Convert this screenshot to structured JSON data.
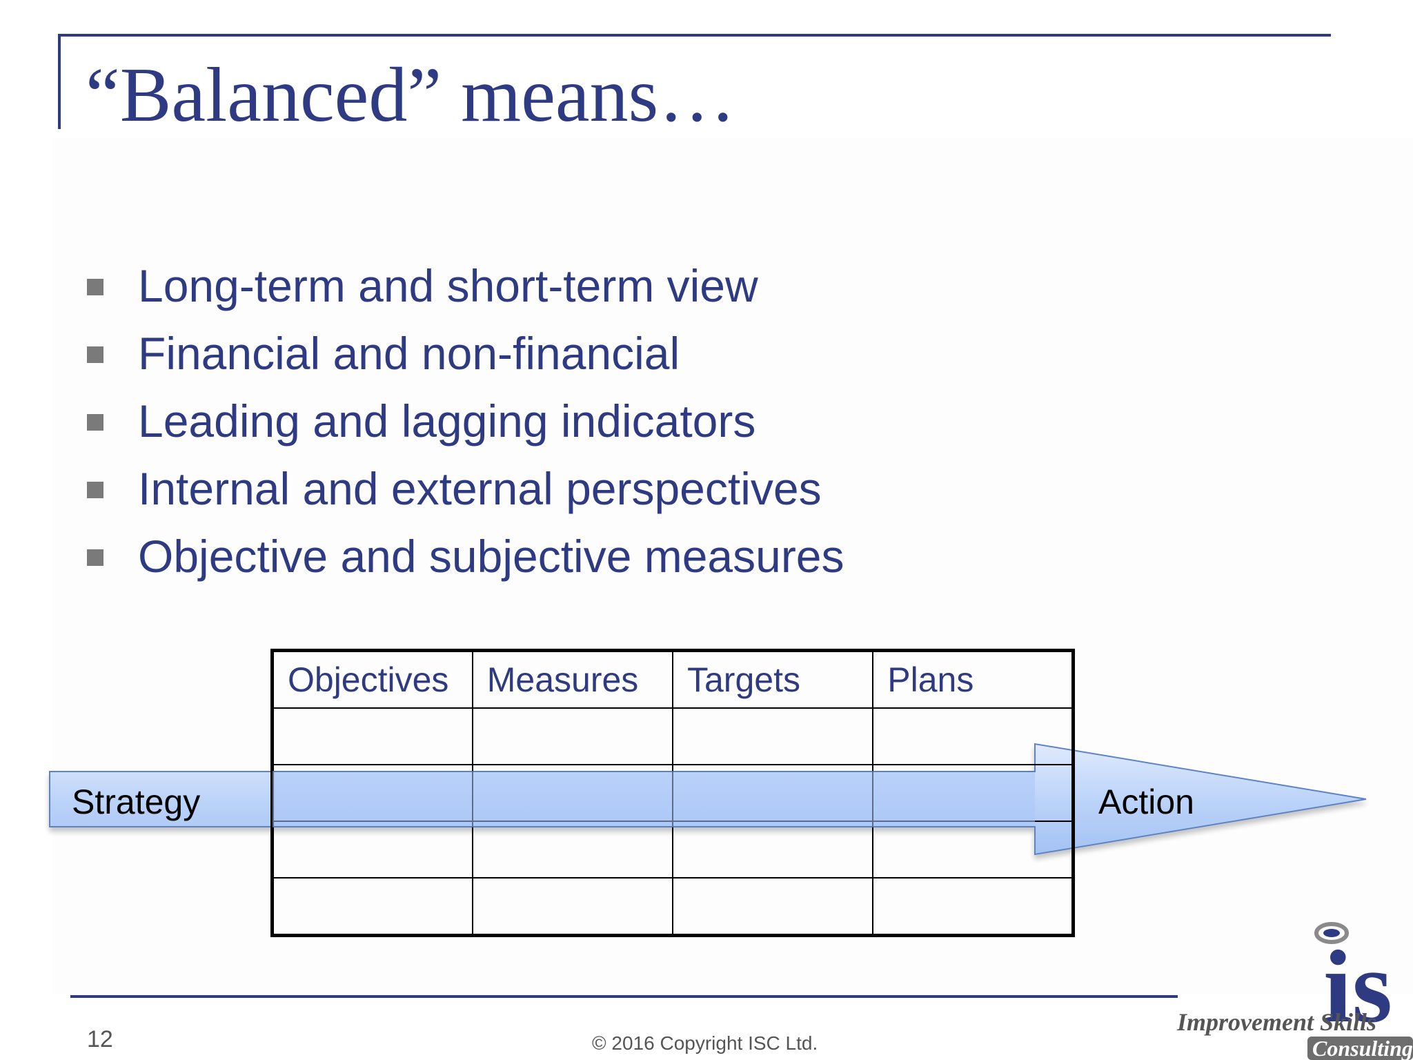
{
  "slide": {
    "title": "“Balanced” means…",
    "bullets": [
      "Long-term and short-term view",
      "Financial and non-financial",
      "Leading and lagging indicators",
      "Internal and external perspectives",
      "Objective and subjective measures"
    ]
  },
  "diagram": {
    "strategy_label": "Strategy",
    "action_label": "Action",
    "table_headers": [
      "Objectives",
      "Measures",
      "Targets",
      "Plans"
    ]
  },
  "footer": {
    "slide_number": "12",
    "copyright": "© 2016 Copyright ISC Ltd."
  },
  "logo": {
    "line1": "Improvement Skills",
    "line2": "Consulting"
  },
  "colors": {
    "accent": "#2e3b83",
    "arrow_fill": "#b3cef9",
    "bullet_marker": "#7a7a7a"
  }
}
